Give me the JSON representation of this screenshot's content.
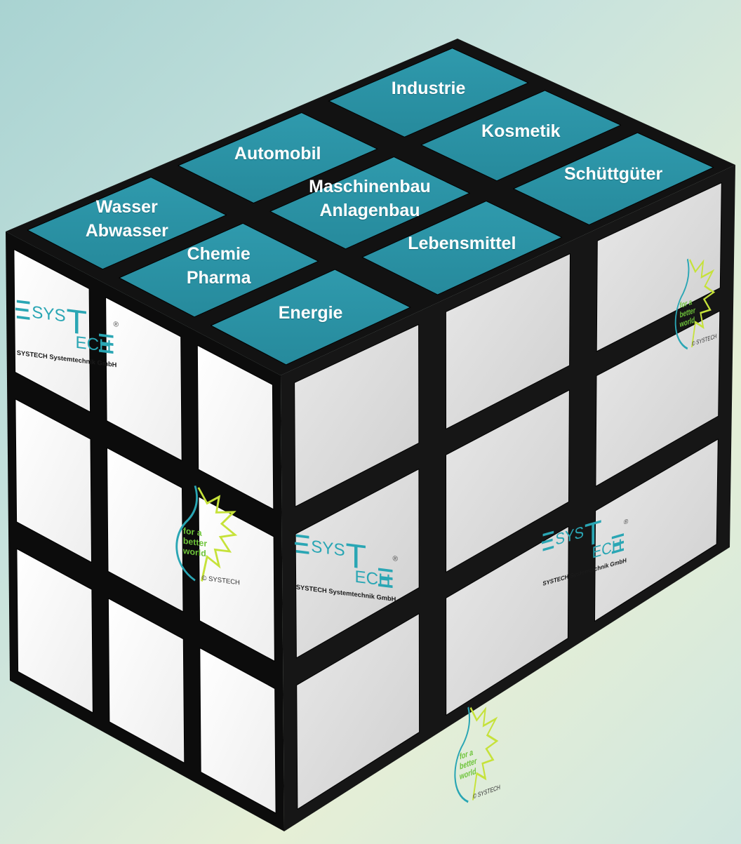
{
  "colors": {
    "background_start": "#a9d3d2",
    "background_end": "#e6efd6",
    "cube_body": "#121212",
    "top_sticker": "#2b93a6",
    "side_sticker_left": "#fdfdfd",
    "side_sticker_right": "#dcdcdc",
    "logo_cyan": "#2aa6b4",
    "logo_green": "#c6e23a",
    "logo_text": "#1a1a1a"
  },
  "top_face": {
    "stickers": [
      {
        "text": "Wasser\nAbwasser"
      },
      {
        "text": "Automobil"
      },
      {
        "text": "Industrie"
      },
      {
        "text": "Chemie\nPharma"
      },
      {
        "text": "Maschinenbau\nAnlagenbau"
      },
      {
        "text": "Kosmetik"
      },
      {
        "text": "Energie"
      },
      {
        "text": "Lebensmittel"
      },
      {
        "text": "Schüttgüter"
      }
    ]
  },
  "systech_logo": {
    "word_left": "SYS",
    "letter_t": "T",
    "word_right": "ECH",
    "registered": "®",
    "tagline": "SYSTECH Systemtechnik GmbH"
  },
  "world_logo": {
    "line1": "for a",
    "line2": "better",
    "line3": "world",
    "copyright": "© SYSTECH"
  }
}
